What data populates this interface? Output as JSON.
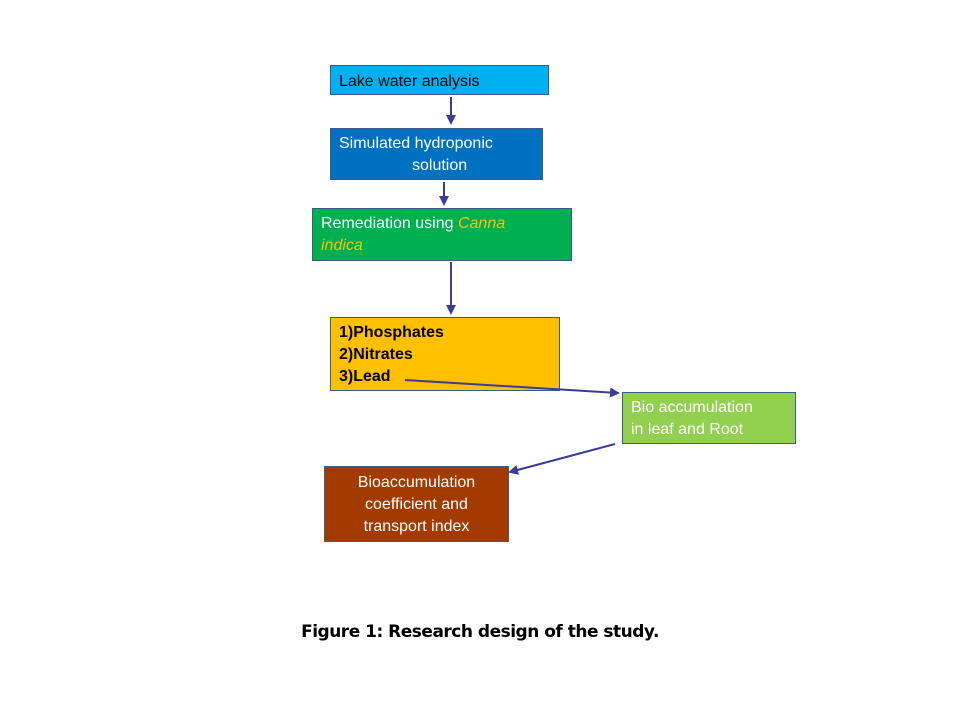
{
  "nodes": {
    "lake_water": {
      "text": "Lake water analysis"
    },
    "hydroponic": {
      "line1": "Simulated hydroponic",
      "line2": "solution"
    },
    "remediation": {
      "prefix": "Remediation using ",
      "species_part1": "Canna",
      "species_part2": "indica"
    },
    "parameters": {
      "items": [
        "1)Phosphates",
        "2)Nitrates",
        "3)Lead"
      ]
    },
    "bioaccumulation": {
      "line1": "Bio accumulation",
      "line2": "in leaf and Root"
    },
    "coefficient": {
      "line1": "Bioaccumulation",
      "line2": "coefficient  and",
      "line3": "transport index"
    }
  },
  "caption": "Figure 1: Research design of the study.",
  "colors": {
    "lake_fill": "#00b0f0",
    "hydro_fill": "#0070c0",
    "remediation_fill": "#00b050",
    "species_text": "#ffc000",
    "parameters_fill": "#ffc000",
    "bio_fill": "#92d050",
    "coefficient_fill": "#a33b00",
    "arrow": "#3b3b98"
  }
}
